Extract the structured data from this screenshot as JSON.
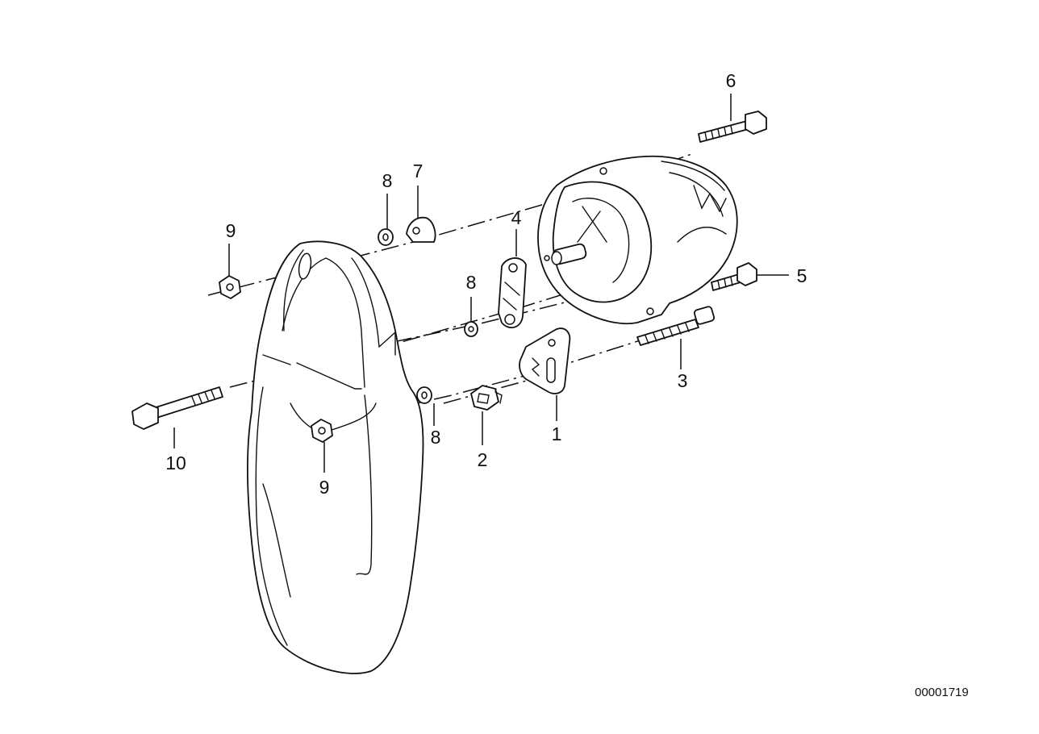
{
  "callouts": {
    "c1": "1",
    "c2": "2",
    "c3": "3",
    "c4": "4",
    "c5": "5",
    "c6": "6",
    "c7": "7",
    "c8a": "8",
    "c8b": "8",
    "c8c": "8",
    "c9a": "9",
    "c9b": "9",
    "c10": "10"
  },
  "diagram_id": "00001719"
}
